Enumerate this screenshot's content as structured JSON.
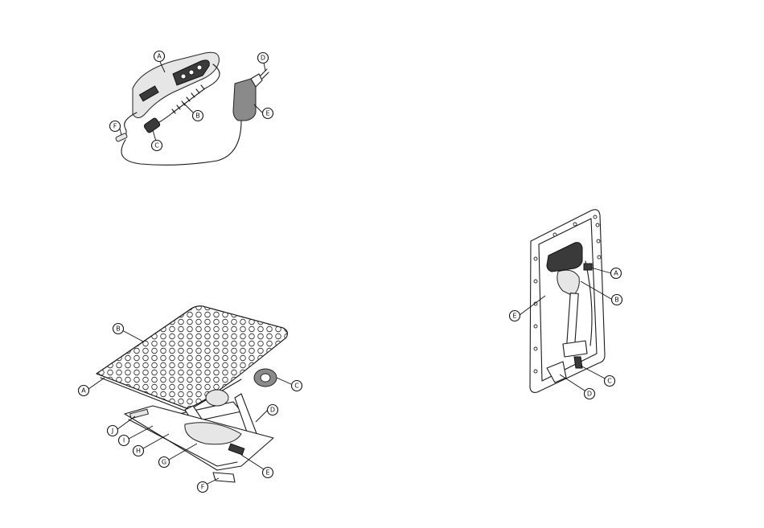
{
  "figures": [
    {
      "id": "remote-control-and-charger",
      "callouts": [
        "A",
        "B",
        "C",
        "D",
        "E",
        "F"
      ]
    },
    {
      "id": "footplate-lift-mechanism",
      "callouts": [
        "A",
        "B",
        "C",
        "D",
        "E",
        "F",
        "G",
        "H",
        "I",
        "J"
      ]
    },
    {
      "id": "backrest-actuator-mount",
      "callouts": [
        "A",
        "B",
        "C",
        "D",
        "E"
      ]
    }
  ]
}
